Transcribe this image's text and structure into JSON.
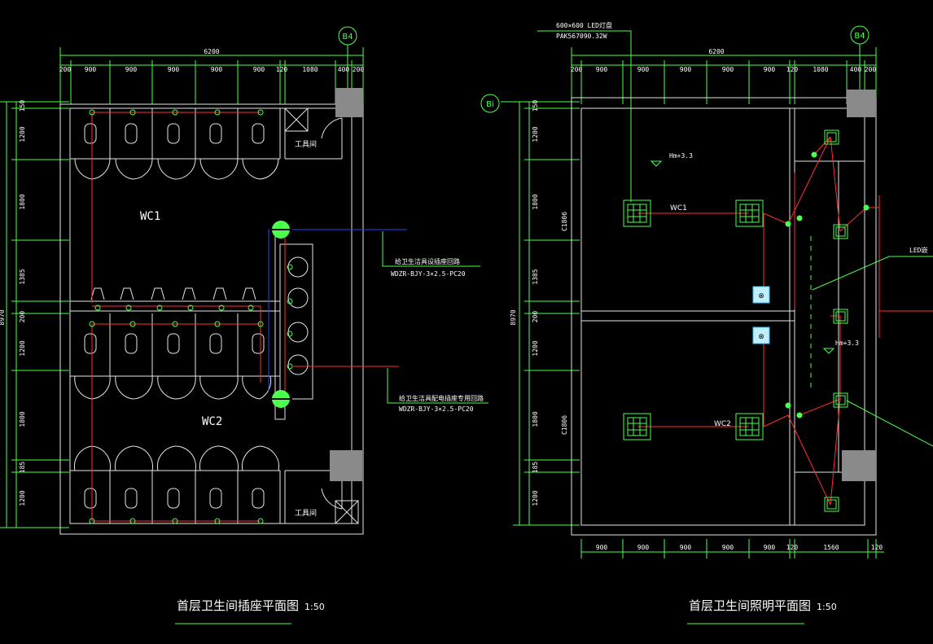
{
  "left_plan": {
    "title": "首层卫生间插座平面图",
    "scale": "1:50",
    "axis_label": "B4",
    "total_width": "6200",
    "top_dims": [
      "200",
      "900",
      "900",
      "900",
      "900",
      "900",
      "120",
      "1080",
      "400",
      "200"
    ],
    "side_total": "8970",
    "side_dims": [
      "150",
      "1200",
      "1800",
      "1385",
      "200",
      "1200",
      "1800",
      "185",
      "1200"
    ],
    "room1": "WC1",
    "room2": "WC2",
    "tool_room1": "工具间",
    "tool_room2": "工具间",
    "note1_title": "给卫生洁具设插座回路",
    "note1_spec": "WDZR-BJY-3×2.5-PC20",
    "note2_title": "给卫生洁具配电插座专用回路",
    "note2_spec": "WDZR-BJY-3×2.5-PC20"
  },
  "right_plan": {
    "title": "首层卫生间照明平面图",
    "scale": "1:50",
    "axis_label_top": "B4",
    "axis_label_left": "Bi",
    "fixture_tag1": "600×600 LED灯盘",
    "fixture_tag2": "PAK567090.32W",
    "total_width": "6200",
    "top_dims": [
      "200",
      "900",
      "900",
      "900",
      "900",
      "900",
      "120",
      "1080",
      "400",
      "200"
    ],
    "side_total": "8970",
    "side_dims": [
      "150",
      "1200",
      "1800",
      "1385",
      "200",
      "1200",
      "1800",
      "185",
      "1200"
    ],
    "bottom_dims": [
      "900",
      "900",
      "900",
      "900",
      "900",
      "120",
      "1560",
      "120"
    ],
    "room1": "WC1",
    "room2": "WC2",
    "height1": "Hm+3.3",
    "height2": "Hm+3.3",
    "led_label": "LED嵌",
    "wall_tag1": "C1806",
    "wall_tag2": "C1806"
  }
}
